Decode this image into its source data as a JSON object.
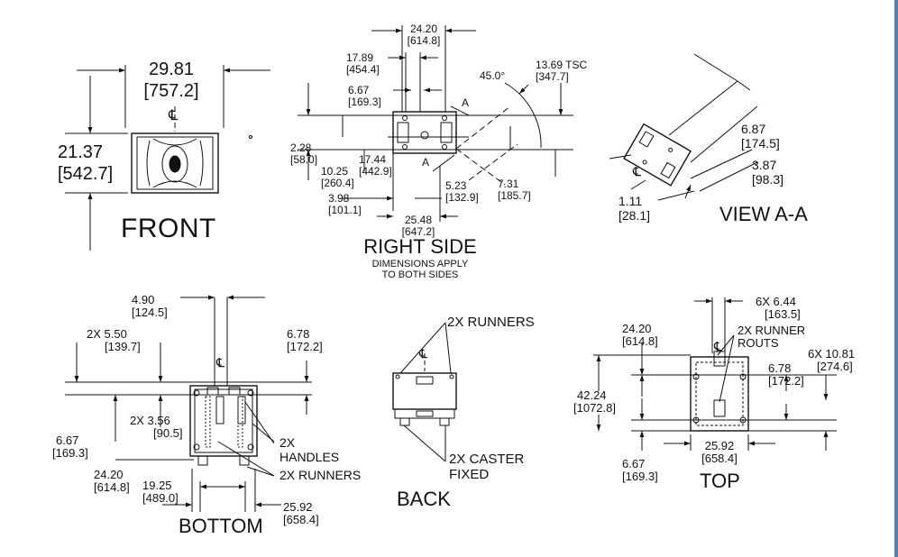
{
  "front": {
    "title": "FRONT",
    "width_in": "29.81",
    "width_mm": "[757.2]",
    "height_in": "21.37",
    "height_mm": "[542.7]"
  },
  "right_side": {
    "title": "RIGHT SIDE",
    "note_1": "DIMENSIONS APPLY",
    "note_2": "TO BOTH SIDES",
    "d_24_20": {
      "in": "24.20",
      "mm": "[614.8]"
    },
    "d_17_89": {
      "in": "17.89",
      "mm": "[454.4]"
    },
    "d_6_67": {
      "in": "6.67",
      "mm": "[169.3]"
    },
    "angle": "45.0°",
    "d_13_69": {
      "in": "13.69 TSC",
      "mm": "[347.7]"
    },
    "section_a": "A",
    "d_2_28": {
      "in": "2.28",
      "mm": "[58.0]"
    },
    "d_10_25": {
      "in": "10.25",
      "mm": "[260.4]"
    },
    "d_17_44": {
      "in": "17.44",
      "mm": "[442.9]"
    },
    "d_5_23": {
      "in": "5.23",
      "mm": "[132.9]"
    },
    "d_7_31": {
      "in": "7.31",
      "mm": "[185.7]"
    },
    "d_3_98": {
      "in": "3.98",
      "mm": "[101.1]"
    },
    "d_25_48": {
      "in": "25.48",
      "mm": "[647.2]"
    }
  },
  "view_aa": {
    "title": "VIEW A-A",
    "d_6_87": {
      "in": "6.87",
      "mm": "[174.5]"
    },
    "d_3_87": {
      "in": "3.87",
      "mm": "[98.3]"
    },
    "d_1_11": {
      "in": "1.11",
      "mm": "[28.1]"
    }
  },
  "bottom": {
    "title": "BOTTOM",
    "d_4_90": {
      "in": "4.90",
      "mm": "[124.5]"
    },
    "d_2x_5_50": {
      "in": "2X 5.50",
      "mm": "[139.7]"
    },
    "d_6_78": {
      "in": "6.78",
      "mm": "[172.2]"
    },
    "d_2x_3_56": {
      "in": "2X 3.56",
      "mm": "[90.5]"
    },
    "d_6_67": {
      "in": "6.67",
      "mm": "[169.3]"
    },
    "d_24_20": {
      "in": "24.20",
      "mm": "[614.8]"
    },
    "d_19_25": {
      "in": "19.25",
      "mm": "[489.0]"
    },
    "d_25_92": {
      "in": "25.92",
      "mm": "[658.4]"
    },
    "handles_1": "2X",
    "handles_2": "HANDLES",
    "runners": "2X RUNNERS"
  },
  "back": {
    "title": "BACK",
    "runners": "2X RUNNERS",
    "caster_1": "2X CASTER",
    "caster_2": "FIXED"
  },
  "top": {
    "title": "TOP",
    "d_6x_6_44": {
      "in": "6X 6.44",
      "mm": "[163.5]"
    },
    "d_24_20": {
      "in": "24.20",
      "mm": "[614.8]"
    },
    "routs_1": "2X RUNNER",
    "routs_2": "ROUTS",
    "d_6_78": {
      "in": "6.78",
      "mm": "[172.2]"
    },
    "d_6x_10_81": {
      "in": "6X 10.81",
      "mm": "[274.6]"
    },
    "d_42_24": {
      "in": "42.24",
      "mm": "[1072.8]"
    },
    "d_25_92": {
      "in": "25.92",
      "mm": "[658.4]"
    },
    "d_6_67": {
      "in": "6.67",
      "mm": "[169.3]"
    }
  },
  "centerline_symbol": "℄",
  "colors": {
    "ink": "#111111",
    "paper": "#ffffff",
    "frame_edge": "#5b7fa8"
  }
}
